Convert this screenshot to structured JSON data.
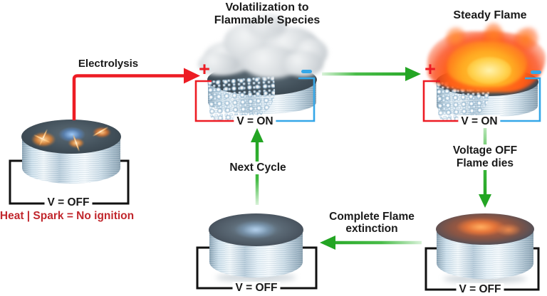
{
  "figure": {
    "description": "Cycle diagram of electrolytic ignition and extinction of a metal-fuel disc"
  },
  "palette": {
    "arrow_red": "#ed1c24",
    "note_red": "#c1272d",
    "arrow_green": "#23a523",
    "wire_blue": "#35a7e8",
    "text_black": "#1a1a1a"
  },
  "stages": {
    "spark": {
      "circuit_label": "V = OFF",
      "note": "Heat | Spark =  No ignition"
    },
    "electrolysis_on": {
      "title_line1": "Volatilization to",
      "title_line2": "Flammable Species",
      "circuit_label": "V = ON",
      "plus": "+",
      "minus": "−"
    },
    "steady_flame": {
      "title": "Steady Flame",
      "circuit_label": "V = ON",
      "plus": "+",
      "minus": "−"
    },
    "flame_dies": {
      "circuit_label": "V = OFF"
    },
    "extinguished": {
      "circuit_label": "V = OFF"
    }
  },
  "arrows": {
    "electrolysis": {
      "label": "Electrolysis",
      "color": "red"
    },
    "ignite": {
      "label": "",
      "color": "green"
    },
    "voltage_off": {
      "label_line1": "Voltage OFF",
      "label_line2": "Flame dies",
      "color": "green"
    },
    "extinction": {
      "label_line1": "Complete Flame",
      "label_line2": "extinction",
      "color": "green"
    },
    "next_cycle": {
      "label": "Next Cycle",
      "color": "green"
    }
  }
}
